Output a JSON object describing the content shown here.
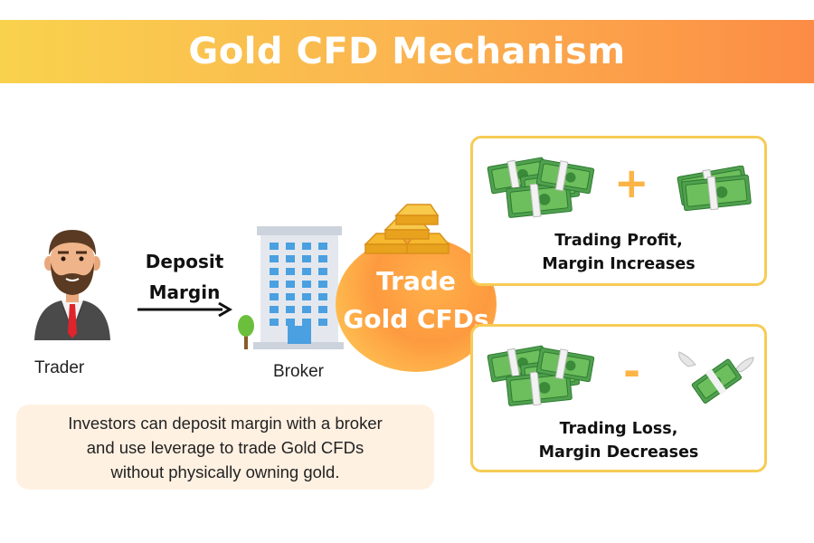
{
  "title": "Gold CFD Mechanism",
  "trader": {
    "label": "Trader"
  },
  "deposit": {
    "line1": "Deposit",
    "line2": "Margin"
  },
  "broker": {
    "label": "Broker"
  },
  "trade": {
    "line1": "Trade",
    "line2": "Gold CFDs"
  },
  "profit": {
    "line1": "Trading Profit,",
    "line2": "Margin Increases",
    "sign": "+"
  },
  "loss": {
    "line1": "Trading Loss,",
    "line2": "Margin Decreases",
    "sign": "-"
  },
  "info": {
    "line1": "Investors can deposit margin with a broker",
    "line2": "and use leverage to trade Gold CFDs",
    "line3": "without physically owning gold."
  },
  "colors": {
    "title_gradient_start": "#f9d24d",
    "title_gradient_end": "#fc8c45",
    "box_border": "#f7cb55",
    "info_background": "#fff1e2",
    "money_green": "#4fa14f",
    "gold": "#f5b82e"
  },
  "icons": [
    "trader-avatar-icon",
    "arrow-right-icon",
    "office-building-icon",
    "tree-icon",
    "gold-bars-icon",
    "cash-stack-icon",
    "flying-money-icon"
  ]
}
